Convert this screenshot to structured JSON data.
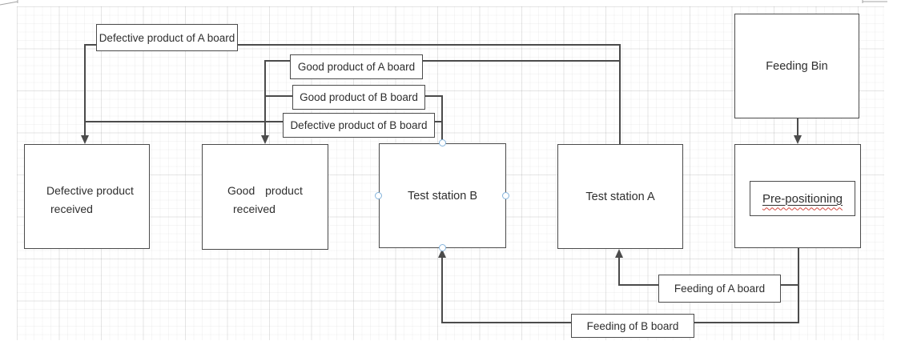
{
  "canvas": {
    "type": "diagram-grid-canvas",
    "grid_minor_color": "#ededed",
    "grid_major_color": "#e0e0e0",
    "background": "#ffffff"
  },
  "colors": {
    "connector": "#4b4b4b",
    "box_border": "#4b4b4b",
    "text": "#2e2e2e",
    "selection_handle_stroke": "#85b4dc",
    "spellcheck_underline": "#d4453c",
    "label_fill": "#ffffff"
  },
  "boxes": {
    "defective_received": {
      "line1": "Defective product",
      "line2": "received"
    },
    "good_received": {
      "line1": "Good product",
      "line2": "received"
    },
    "test_station_b": {
      "label": "Test station B"
    },
    "test_station_a": {
      "label": "Test station A"
    },
    "feeding_bin": {
      "label": "Feeding Bin"
    },
    "pre_positioning": {
      "label": "Pre-positioning"
    }
  },
  "connector_labels": {
    "defective_a": "Defective product of A board",
    "good_a": "Good product of A board",
    "good_b": "Good product of B board",
    "defective_b": "Defective product of B board",
    "feeding_a": "Feeding of A board",
    "feeding_b": "Feeding of B board"
  },
  "connectors": [
    {
      "name": "defective-a-board",
      "from": "test_station_a",
      "to": "defective_received"
    },
    {
      "name": "good-a-board",
      "from": "test_station_a",
      "to": "good_received"
    },
    {
      "name": "good-b-board",
      "from": "test_station_b",
      "to": "good_received"
    },
    {
      "name": "defective-b-board",
      "from": "test_station_b",
      "to": "defective_received"
    },
    {
      "name": "bin-to-prepositioning",
      "from": "feeding_bin",
      "to": "pre_positioning"
    },
    {
      "name": "feeding-a-board",
      "from": "pre_positioning",
      "to": "test_station_a"
    },
    {
      "name": "feeding-b-board",
      "from": "pre_positioning",
      "to": "test_station_b"
    }
  ]
}
